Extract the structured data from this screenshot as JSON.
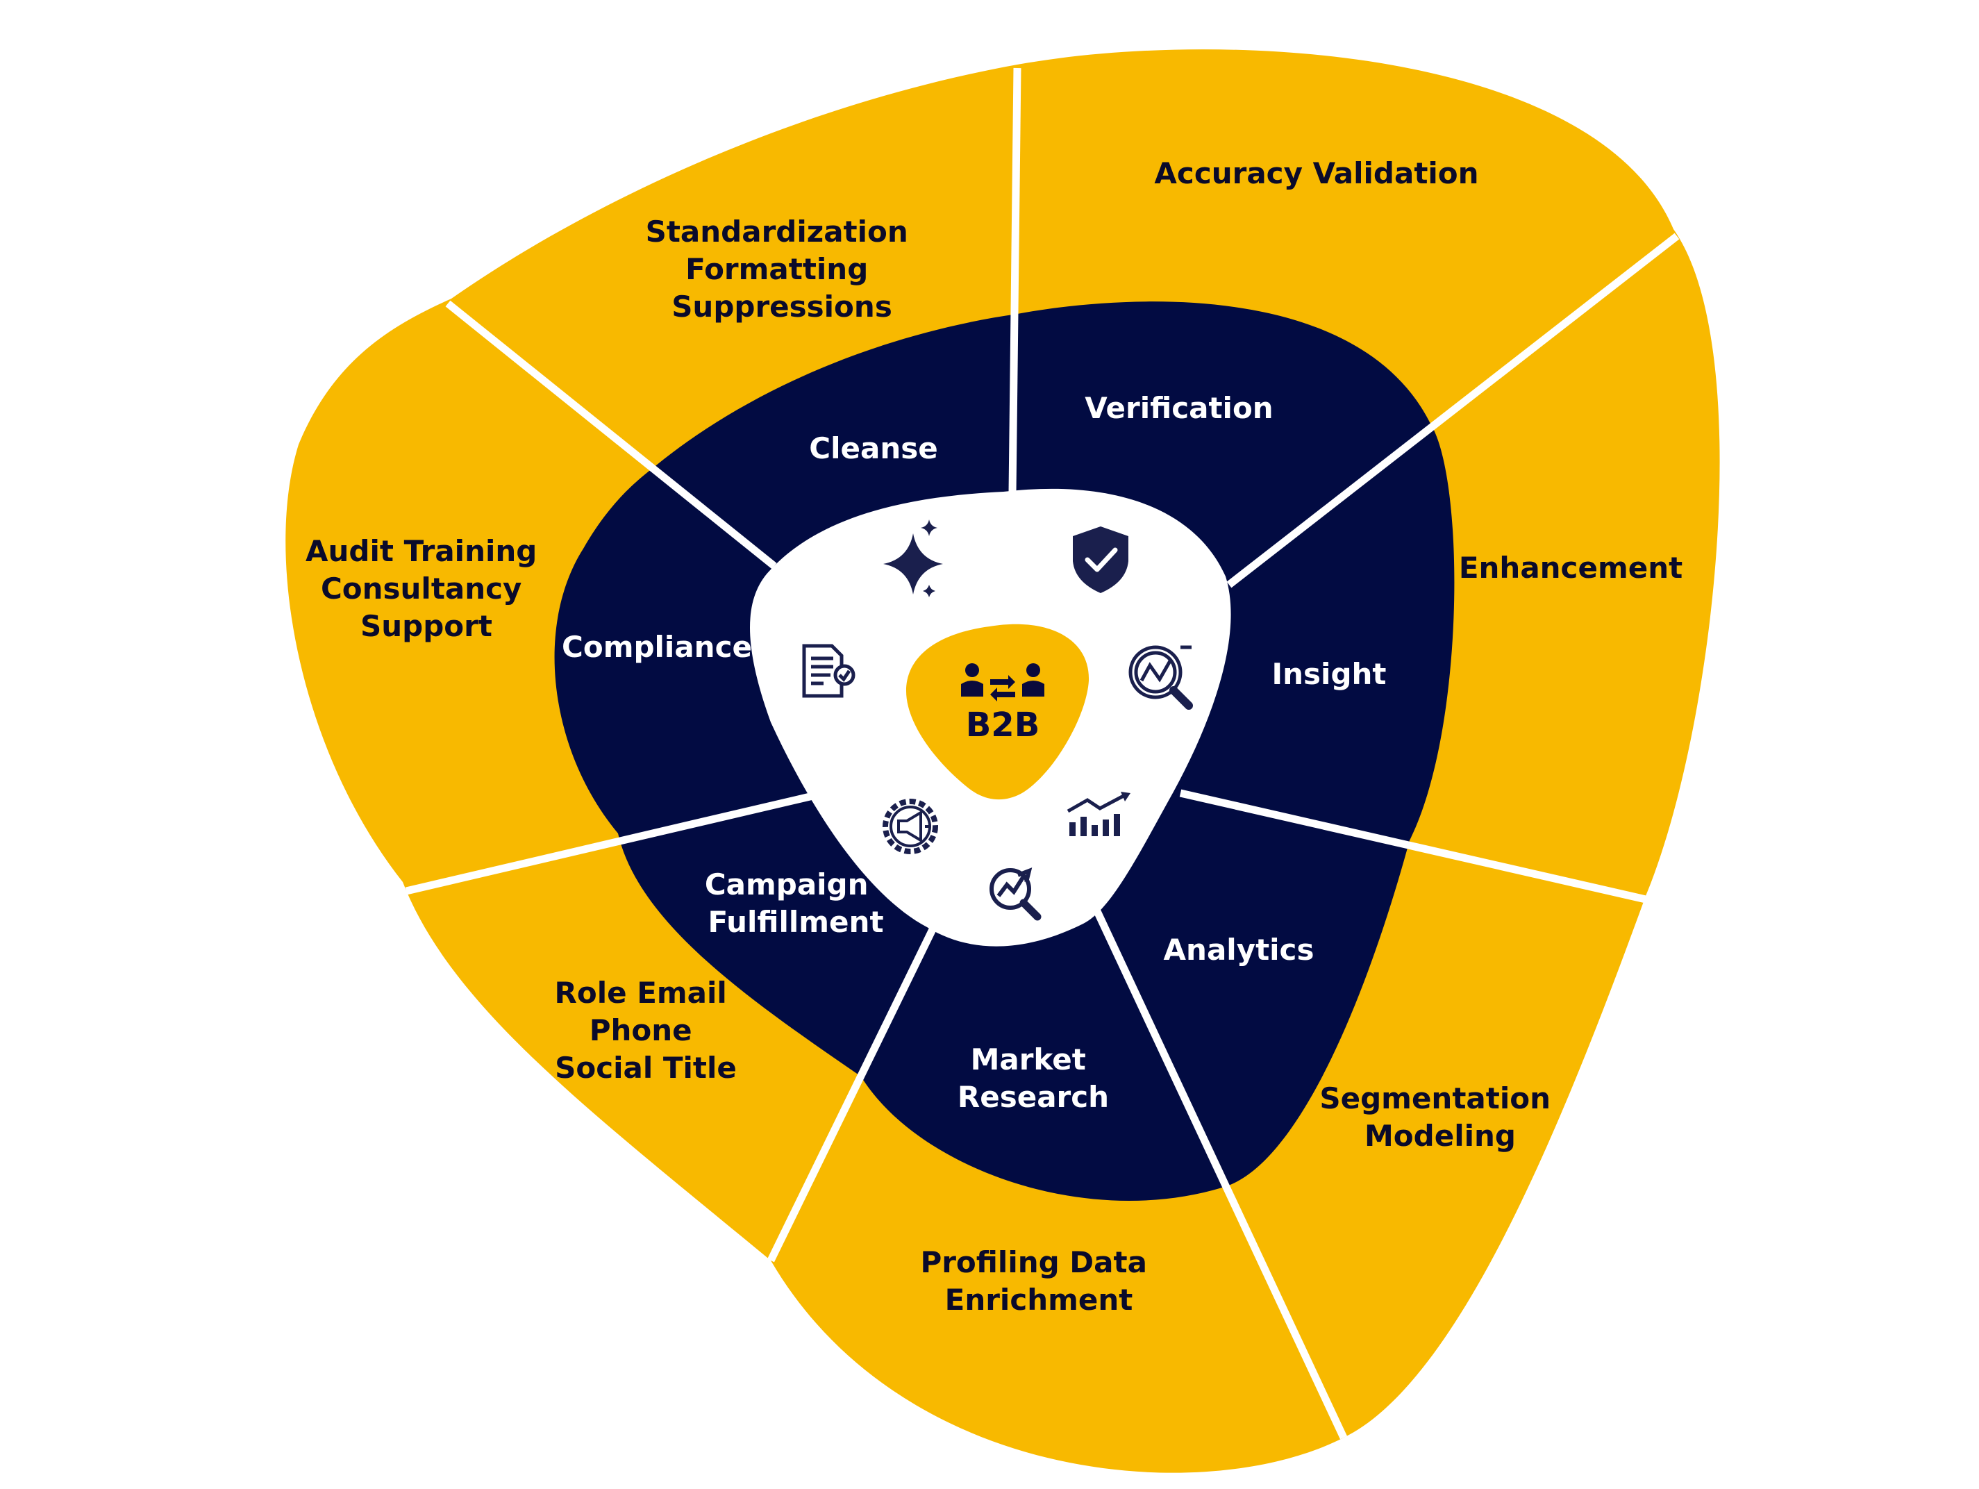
{
  "center": {
    "label": "B2B",
    "icon": "b2b-exchange-icon"
  },
  "inner_ring": [
    {
      "id": "cleanse",
      "lines": [
        "Cleanse"
      ],
      "icon": "sparkle-icon"
    },
    {
      "id": "verification",
      "lines": [
        "Verification"
      ],
      "icon": "shield-check-icon"
    },
    {
      "id": "insight",
      "lines": [
        "Insight"
      ],
      "icon": "magnify-chart-icon"
    },
    {
      "id": "analytics",
      "lines": [
        "Analytics"
      ],
      "icon": "bar-chart-trend-icon"
    },
    {
      "id": "market-research",
      "lines": [
        "Market",
        "Research"
      ],
      "icon": "search-trend-icon"
    },
    {
      "id": "campaign-fulfillment",
      "lines": [
        "Campaign",
        "Fulfillment"
      ],
      "icon": "megaphone-gear-icon"
    },
    {
      "id": "compliance",
      "lines": [
        "Compliance"
      ],
      "icon": "document-check-icon"
    }
  ],
  "outer_ring": [
    {
      "id": "standardization",
      "lines": [
        "Standardization",
        "Formatting",
        "Suppressions"
      ]
    },
    {
      "id": "accuracy-validation",
      "lines": [
        "Accuracy Validation"
      ]
    },
    {
      "id": "enhancement",
      "lines": [
        "Enhancement"
      ]
    },
    {
      "id": "segmentation-modeling",
      "lines": [
        "Segmentation",
        "Modeling"
      ]
    },
    {
      "id": "profiling-data-enrichment",
      "lines": [
        "Profiling Data",
        "Enrichment"
      ]
    },
    {
      "id": "role-email-phone",
      "lines": [
        "Role Email",
        "Phone",
        "Social Title"
      ]
    },
    {
      "id": "audit-training",
      "lines": [
        "Audit Training",
        "Consultancy",
        "Support"
      ]
    }
  ],
  "colors": {
    "outer": "#F8B900",
    "inner": "#020B42",
    "core": "#FFFFFF",
    "icon": "#1A1F4D"
  }
}
